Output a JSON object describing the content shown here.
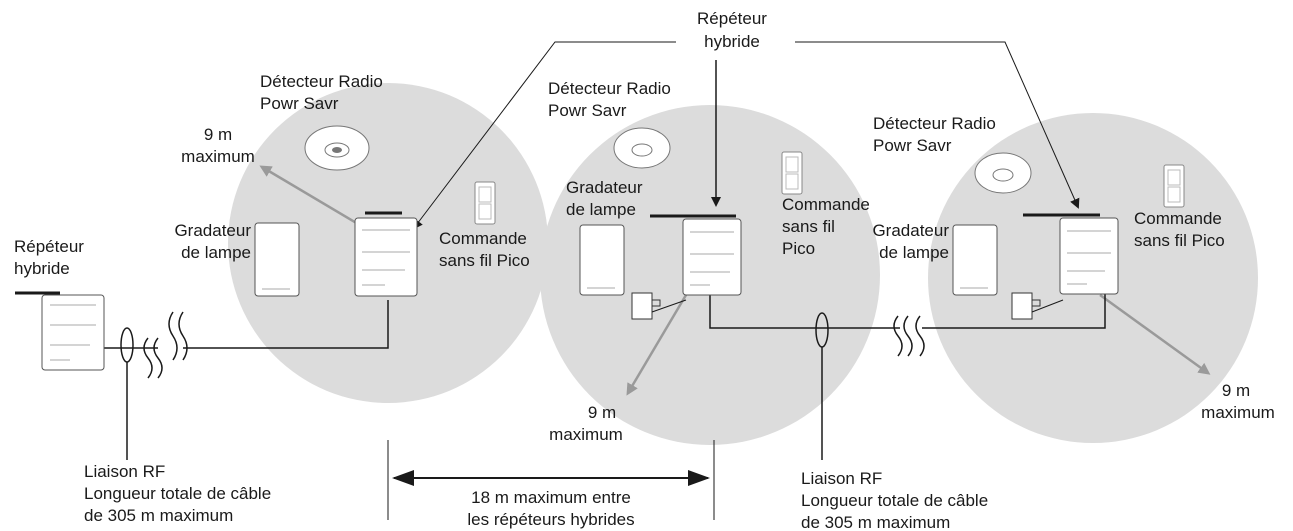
{
  "labels": {
    "repeater_top_1": "Répéteur",
    "repeater_top_2": "hybride",
    "repeater_left_1": "Répéteur",
    "repeater_left_2": "hybride",
    "sensor_left_1": "Détecteur Radio",
    "sensor_left_2": "Powr Savr",
    "sensor_mid_1": "Détecteur Radio",
    "sensor_mid_2": "Powr Savr",
    "sensor_right_1": "Détecteur Radio",
    "sensor_right_2": "Powr Savr",
    "dist_left_1": "9 m",
    "dist_left_2": "maximum",
    "dist_mid_1": "9 m",
    "dist_mid_2": "maximum",
    "dist_right_1": "9 m",
    "dist_right_2": "maximum",
    "dimmer_left_1": "Gradateur",
    "dimmer_left_2": "de lampe",
    "dimmer_mid_1": "Gradateur",
    "dimmer_mid_2": "de lampe",
    "dimmer_right_1": "Gradateur",
    "dimmer_right_2": "de lampe",
    "pico_left_1": "Commande",
    "pico_left_2": "sans fil Pico",
    "pico_mid_1": "Commande",
    "pico_mid_2": "sans fil",
    "pico_mid_3": "Pico",
    "pico_right_1": "Commande",
    "pico_right_2": "sans fil Pico",
    "rf_left_1": "Liaison RF",
    "rf_left_2": "Longueur totale de câble",
    "rf_left_3": "de 305 m maximum",
    "rf_right_1": "Liaison RF",
    "rf_right_2": "Longueur totale de câble",
    "rf_right_3": "de 305 m maximum",
    "span_1": "18 m maximum entre",
    "span_2": "les répéteurs hybrides"
  },
  "colors": {
    "zone": "#dcdcdc",
    "line": "#1a1a1a",
    "range_arrow": "#9a9a9a"
  }
}
